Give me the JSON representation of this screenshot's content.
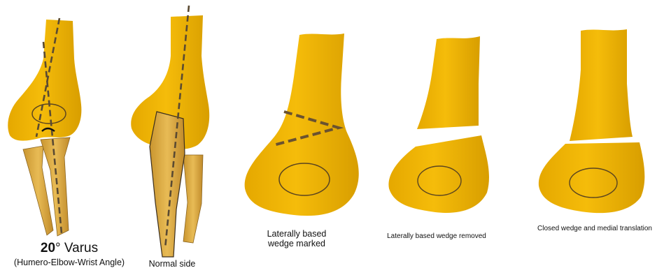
{
  "colors": {
    "bone": "#F2B705",
    "bone_dark": "#D49A00",
    "ulna": "#E0B24A",
    "ulna_dark": "#B8892E",
    "line": "#5A4A32",
    "outline": "#3A2E1E"
  },
  "panels": [
    {
      "id": "varus",
      "caption_value": "20",
      "caption_unit": "° Varus",
      "caption_sub": "(Humero-Elbow-Wrist Angle)"
    },
    {
      "id": "normal",
      "caption": "Normal side"
    },
    {
      "id": "marked",
      "caption_line1": "Laterally based",
      "caption_line2": "wedge marked"
    },
    {
      "id": "removed",
      "caption": "Laterally based wedge removed"
    },
    {
      "id": "closed",
      "caption": "Closed wedge and medial translation"
    }
  ]
}
